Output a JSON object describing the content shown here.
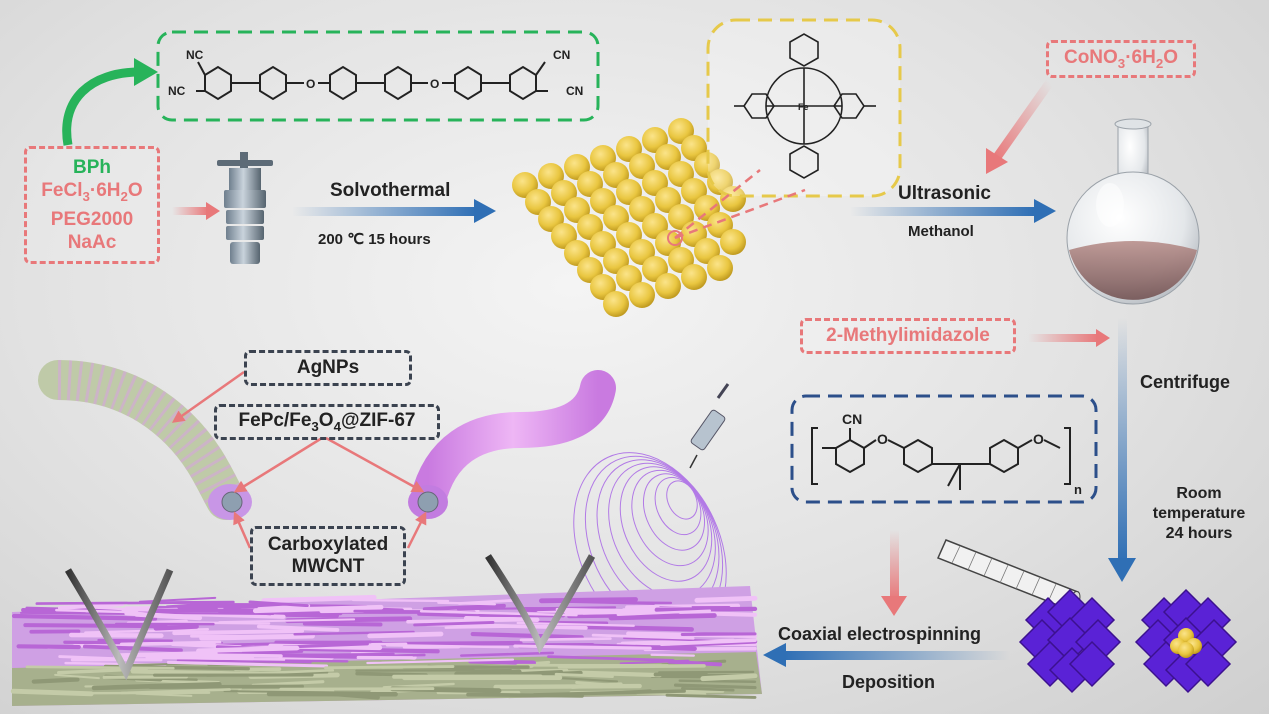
{
  "reagents": {
    "bph": "BPh",
    "fecl3": {
      "main": "FeCl",
      "sub1": "3",
      "mid": "·6H",
      "sub2": "2",
      "end": "O"
    },
    "peg": "PEG2000",
    "naac": "NaAc"
  },
  "conono3": {
    "main": "CoNO",
    "sub1": "3",
    "mid": "·6H",
    "sub2": "2",
    "end": "O"
  },
  "methylimidazole": "2-Methylimidazole",
  "agnps": "AgNPs",
  "fepc": {
    "a": "FePc/Fe",
    "sub1": "3",
    "b": "O",
    "sub2": "4",
    "c": "@ZIF-67"
  },
  "mwcnt": {
    "line1": "Carboxylated",
    "line2": "MWCNT"
  },
  "steps": {
    "solvothermal": "Solvothermal",
    "solvothermal_cond": "200 ℃ 15 hours",
    "ultrasonic": "Ultrasonic",
    "methanol": "Methanol",
    "centrifuge": "Centrifuge",
    "room_line1": "Room",
    "room_line2": "temperature",
    "room_line3": "24 hours",
    "coaxial": "Coaxial electrospinning",
    "deposition": "Deposition"
  },
  "chem": {
    "nc_top": "NC",
    "nc_left": "NC",
    "cn_top": "CN",
    "cn_right": "CN",
    "o1": "O",
    "o2": "O",
    "polymer_cn": "CN",
    "polymer_o1": "O",
    "polymer_o2": "O",
    "polymer_n": "n",
    "fe": "Fe"
  },
  "colors": {
    "green": "#27b35a",
    "red": "#e8787a",
    "yellow": "#e6c94a",
    "dark": "#3b4350",
    "blue_arrow": "#2f6fb5",
    "purple": "#5a22d6",
    "fiber_pink": "#d98ce8",
    "fiber_green": "#a7b08d"
  }
}
